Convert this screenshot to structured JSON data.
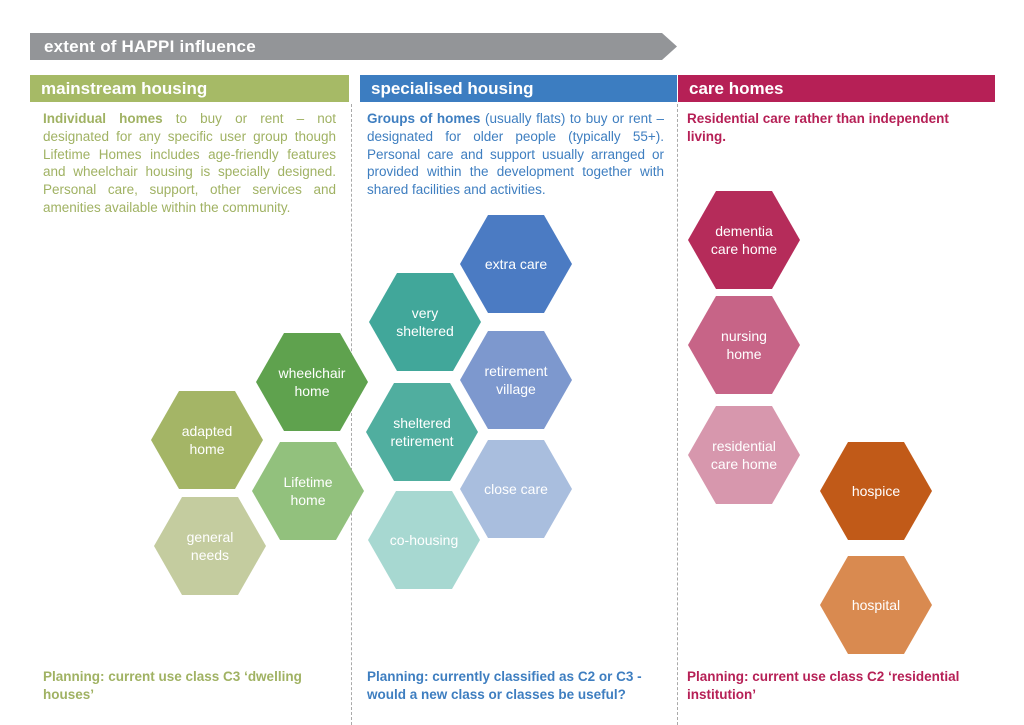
{
  "banner": {
    "title": "extent of HAPPI influence",
    "bg": "#939598"
  },
  "divider_color": "#aaaaaa",
  "columns": {
    "mainstream": {
      "header": "mainstream housing",
      "header_bg": "#a6ba66",
      "text_color": "#a0b263",
      "intro_lead": "Individual homes",
      "intro_rest": " to buy or rent – not designated for any specific user group though Lifetime Homes includes age-friendly features and wheelchair housing is specially designed.  Personal care, support, other services and amenities available within the community.",
      "planning": "Planning: current use class C3 ‘dwelling houses’",
      "hexagons": [
        {
          "label": "wheelchair\nhome",
          "color": "#5fa24e"
        },
        {
          "label": "adapted\nhome",
          "color": "#a4b566"
        },
        {
          "label": "Lifetime\nhome",
          "color": "#92c17d"
        },
        {
          "label": "general\nneeds",
          "color": "#c4cc9f"
        }
      ]
    },
    "specialised": {
      "header": "specialised housing",
      "header_bg": "#3c7dc1",
      "text_color": "#3e7ec0",
      "intro_lead": "Groups of homes",
      "intro_rest": " (usually flats) to buy or rent – designated for older people (typically 55+). Personal care and support usually arranged or provided within the development together with shared facilities and activities.",
      "planning": "Planning: currently classified as C2 or C3 - would a new class or classes be useful?",
      "hexagons": [
        {
          "label": "extra care",
          "color": "#4b7bc3"
        },
        {
          "label": "very\nsheltered",
          "color": "#41a79a"
        },
        {
          "label": "retirement\nvillage",
          "color": "#7d98ce"
        },
        {
          "label": "sheltered\nretirement",
          "color": "#50ae9f"
        },
        {
          "label": "close care",
          "color": "#a9bede"
        },
        {
          "label": "co-housing",
          "color": "#a7d8d1"
        }
      ]
    },
    "care": {
      "header": "care homes",
      "header_bg": "#b62056",
      "text_color": "#b62056",
      "intro": "Residential care rather than independent living.",
      "planning": "Planning: current use class C2 ‘residential institution’",
      "hexagons": [
        {
          "label": "dementia\ncare home",
          "color": "#b52c5a"
        },
        {
          "label": "nursing\nhome",
          "color": "#c76487"
        },
        {
          "label": "residential\ncare home",
          "color": "#d797ad"
        },
        {
          "label": "hospice",
          "color": "#c15a18"
        },
        {
          "label": "hospital",
          "color": "#d98a50"
        }
      ]
    }
  }
}
